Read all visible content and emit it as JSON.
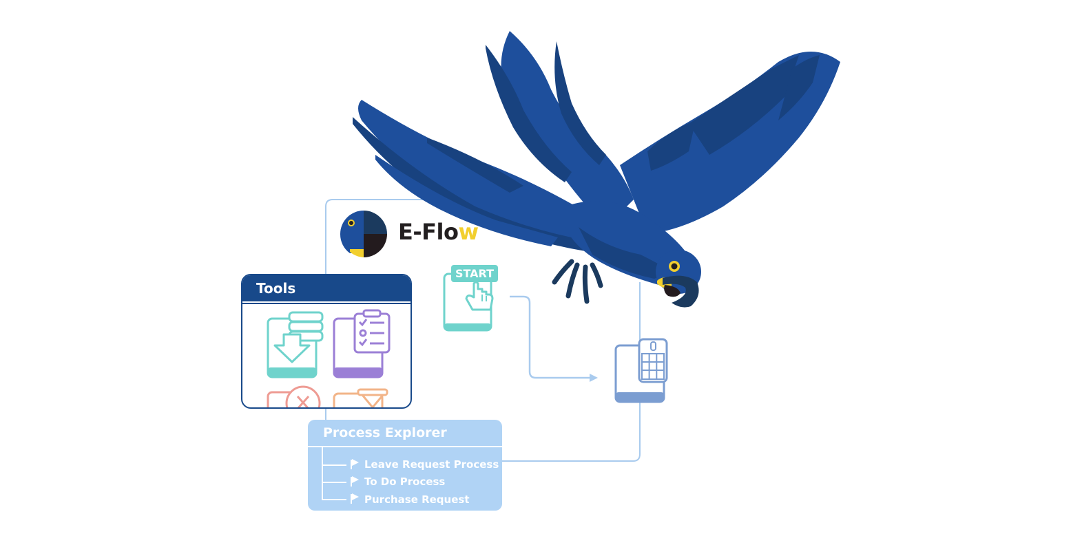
{
  "brand": {
    "name_main": "E-Flo",
    "name_accent": "w",
    "logo_icon": "macaw-head-logo-icon"
  },
  "tools_panel": {
    "title": "Tools",
    "icons": [
      "download-table-icon",
      "checklist-clipboard-icon",
      "cancel-x-icon",
      "hourglass-icon"
    ]
  },
  "start_card": {
    "badge_label": "START",
    "icon": "tap-hand-icon"
  },
  "calculator_card": {
    "icon": "calculator-icon"
  },
  "process_explorer": {
    "title": "Process Explorer",
    "items": [
      {
        "label": "Leave Request Process",
        "icon": "flag-icon"
      },
      {
        "label": "To Do Process",
        "icon": "flag-icon"
      },
      {
        "label": "Purchase Request",
        "icon": "flag-icon"
      }
    ]
  },
  "illustration": {
    "subject": "hyacinth-macaw-illustration"
  },
  "colors": {
    "macaw_blue": "#1e4f9c",
    "macaw_dark": "#18427f",
    "connector": "#a9cbee",
    "tools_header": "#18498a",
    "teal": "#6fd3cc",
    "purple": "#9b7fd6",
    "coral": "#ee9b93",
    "orange": "#f2b488",
    "explorer_bg": "#b0d3f5",
    "logo_yellow": "#f2cf2e"
  }
}
